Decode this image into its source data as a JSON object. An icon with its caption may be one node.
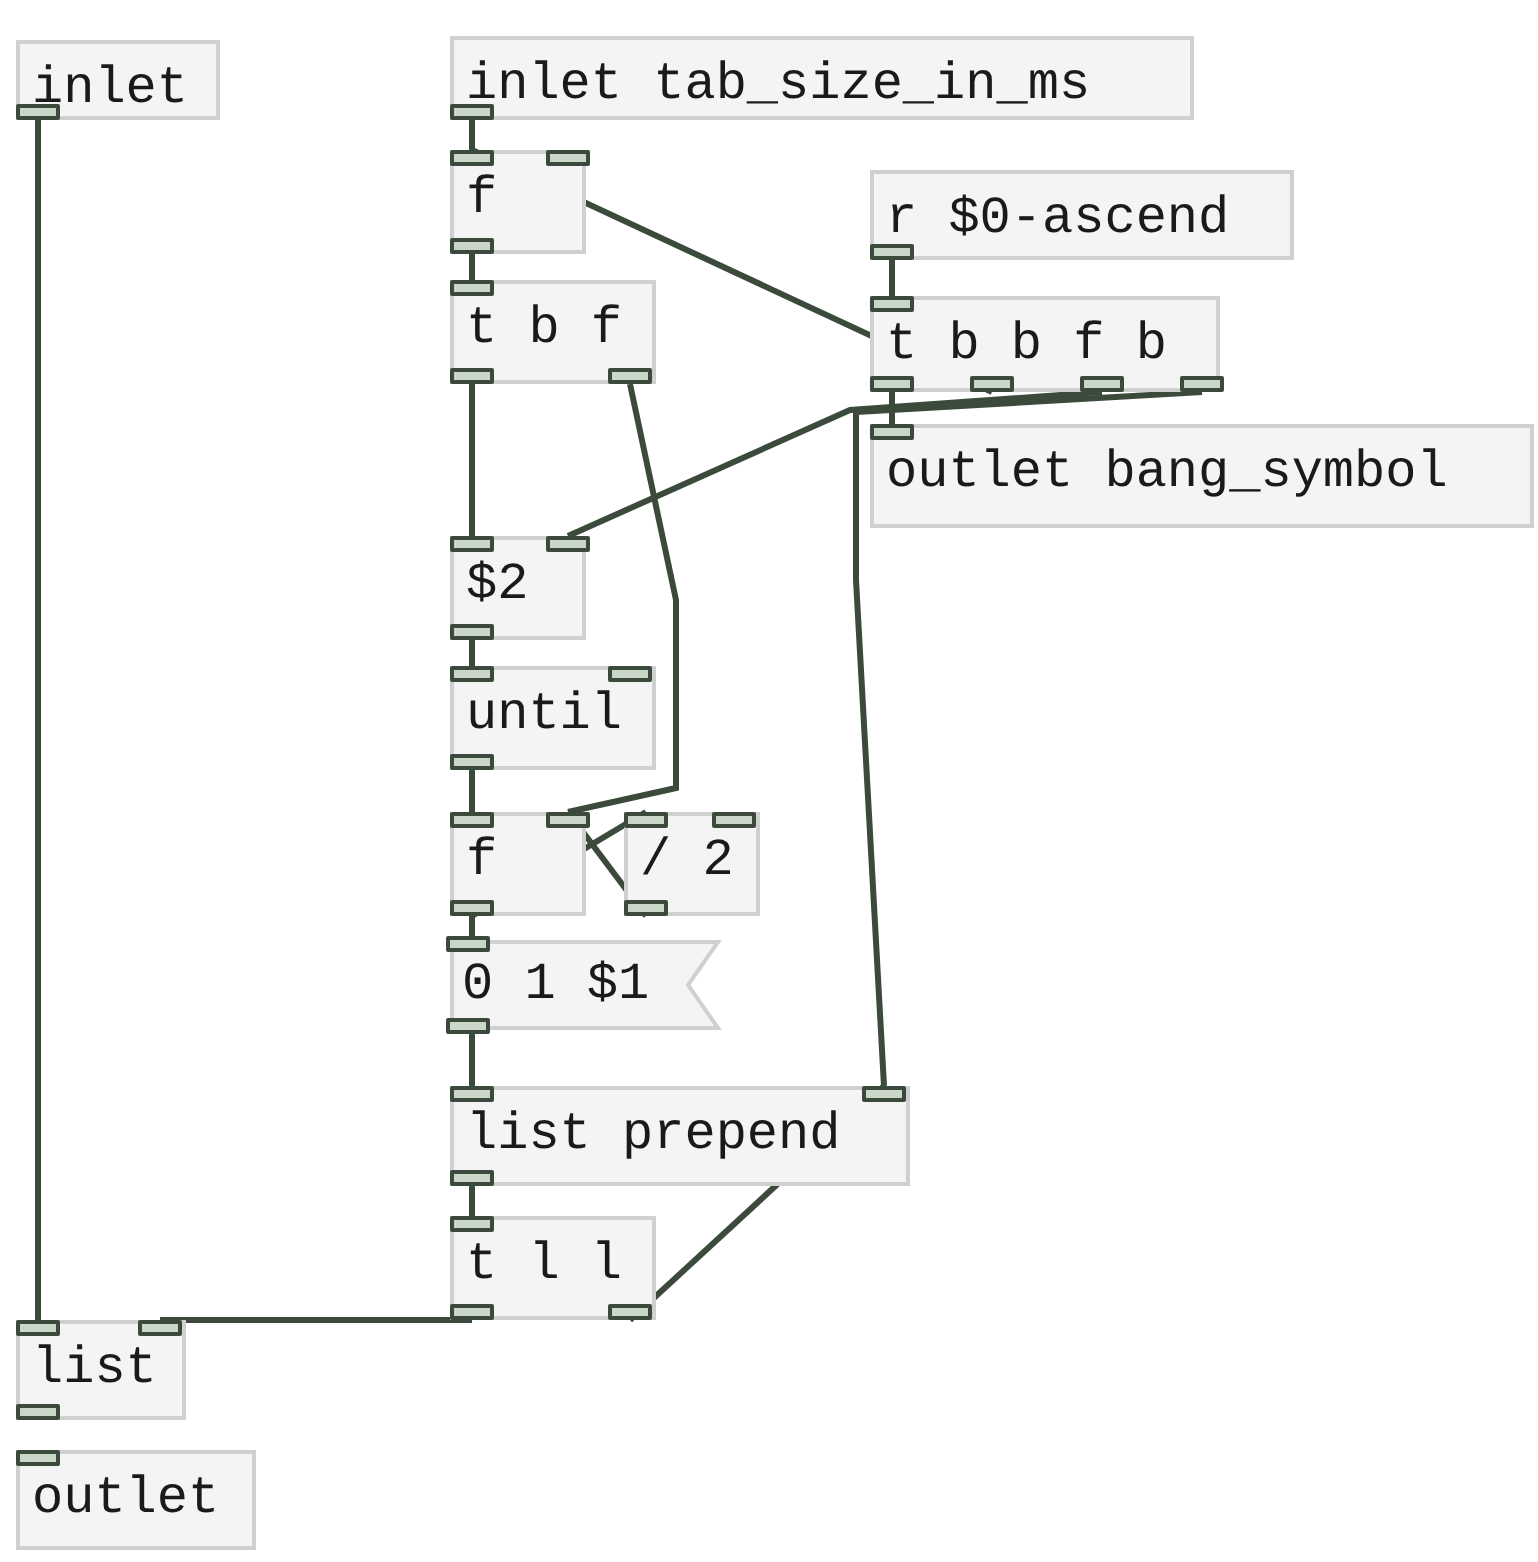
{
  "diagram": {
    "nodes": [
      {
        "text": [
          "inlet"
        ]
      },
      {
        "text": [
          "inlet tab_size_in_ms"
        ]
      },
      {
        "text": [
          "f"
        ]
      },
      {
        "text": [
          "r $0-ascend"
        ]
      },
      {
        "text": [
          "t b f"
        ]
      },
      {
        "text": [
          "t b b f b"
        ]
      },
      {
        "text": [
          "outlet bang_symbol"
        ]
      },
      {
        "text": [
          "$2"
        ]
      },
      {
        "text": [
          "until"
        ]
      },
      {
        "text": [
          "f"
        ]
      },
      {
        "text": [
          "/ 2"
        ]
      },
      {
        "text": [
          "0 1 $1"
        ]
      },
      {
        "text": [
          "list prepend"
        ]
      },
      {
        "text": [
          "t l l"
        ]
      },
      {
        "text": [
          "list"
        ]
      },
      {
        "text": [
          "outlet"
        ]
      }
    ],
    "edges": [
      {
        "from": 0,
        "to": 14,
        "arrow": "none"
      },
      {
        "from": 1,
        "to": 2,
        "arrow": "none"
      },
      {
        "from": 5,
        "to": 2,
        "arrow": "none"
      },
      {
        "from": 2,
        "to": 4,
        "arrow": "none"
      },
      {
        "from": 4,
        "to": 7,
        "arrow": "none"
      },
      {
        "from": 4,
        "to": 9,
        "arrow": "none"
      },
      {
        "from": 3,
        "to": 5,
        "arrow": "none"
      },
      {
        "from": 5,
        "to": 6,
        "arrow": "none"
      },
      {
        "from": 5,
        "to": 7,
        "arrow": "none"
      },
      {
        "from": 5,
        "to": 12,
        "arrow": "none"
      },
      {
        "from": 7,
        "to": 8,
        "arrow": "none"
      },
      {
        "from": 8,
        "to": 9,
        "arrow": "none"
      },
      {
        "from": 9,
        "to": 10,
        "arrow": "none"
      },
      {
        "from": 10,
        "to": 9,
        "arrow": "none"
      },
      {
        "from": 9,
        "to": 11,
        "arrow": "none"
      },
      {
        "from": 11,
        "to": 12,
        "arrow": "none"
      },
      {
        "from": 12,
        "to": 13,
        "arrow": "none"
      },
      {
        "from": 13,
        "to": 14,
        "arrow": "none"
      },
      {
        "from": 13,
        "to": 12,
        "arrow": "none"
      }
    ]
  }
}
